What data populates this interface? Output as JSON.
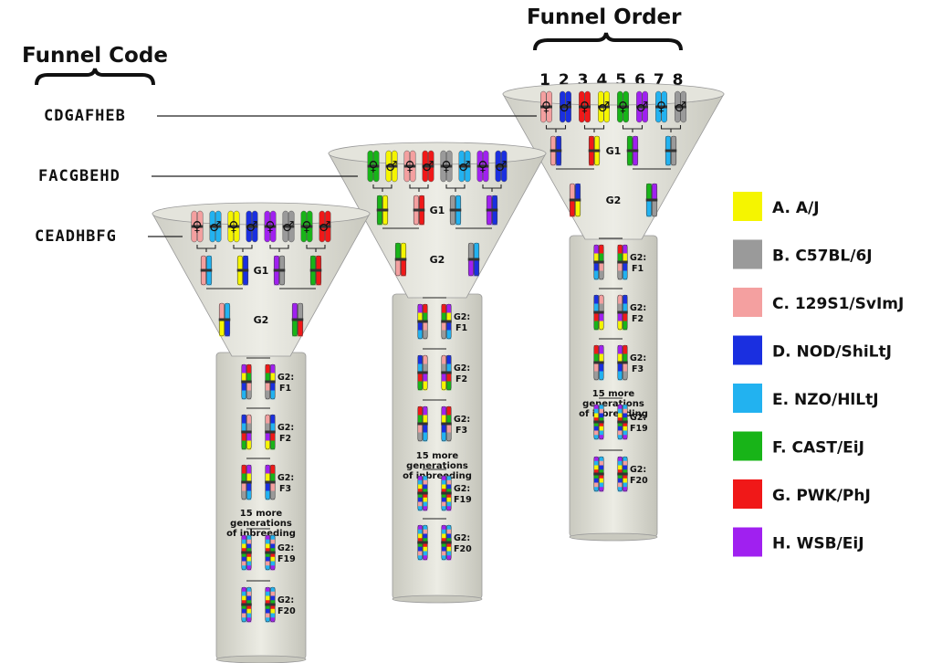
{
  "headings": {
    "funnel_code": "Funnel Code",
    "funnel_order": "Funnel Order"
  },
  "order_numbers": [
    "1",
    "2",
    "3",
    "4",
    "5",
    "6",
    "7",
    "8"
  ],
  "funnels": [
    {
      "code": "CDGAFHEB",
      "g1": "G1",
      "g2": "G2",
      "stages": [
        {
          "l1": "G2:",
          "l2": "F1"
        },
        {
          "l1": "G2:",
          "l2": "F2"
        },
        {
          "l1": "G2:",
          "l2": "F3"
        }
      ],
      "note": [
        "15 more",
        "generations",
        "of inbreeding"
      ],
      "late": [
        {
          "l1": "G2:",
          "l2": "F19"
        },
        {
          "l1": "G2:",
          "l2": "F20"
        }
      ]
    },
    {
      "code": "FACGBEHD",
      "g1": "G1",
      "g2": "G2",
      "stages": [
        {
          "l1": "G2:",
          "l2": "F1"
        },
        {
          "l1": "G2:",
          "l2": "F2"
        },
        {
          "l1": "G2:",
          "l2": "F3"
        }
      ],
      "note": [
        "15 more",
        "generations",
        "of inbreeding"
      ],
      "late": [
        {
          "l1": "G2:",
          "l2": "F19"
        },
        {
          "l1": "G2:",
          "l2": "F20"
        }
      ]
    },
    {
      "code": "CEADHBFG",
      "g1": "G1",
      "g2": "G2",
      "stages": [
        {
          "l1": "G2:",
          "l2": "F1"
        },
        {
          "l1": "G2:",
          "l2": "F2"
        },
        {
          "l1": "G2:",
          "l2": "F3"
        }
      ],
      "note": [
        "15 more",
        "generations",
        "of inbreeding"
      ],
      "late": [
        {
          "l1": "G2:",
          "l2": "F19"
        },
        {
          "l1": "G2:",
          "l2": "F20"
        }
      ]
    }
  ],
  "sex_symbols": {
    "female": "♀",
    "male": "♂"
  },
  "legend": [
    {
      "key": "A",
      "label": "A. A/J",
      "color": "#f5f500"
    },
    {
      "key": "B",
      "label": "B. C57BL/6J",
      "color": "#9a9a9a"
    },
    {
      "key": "C",
      "label": "C. 129S1/SvImJ",
      "color": "#f4a0a0"
    },
    {
      "key": "D",
      "label": "D. NOD/ShiLtJ",
      "color": "#1a2fe0"
    },
    {
      "key": "E",
      "label": "E. NZO/HlLtJ",
      "color": "#22b2f0"
    },
    {
      "key": "F",
      "label": "F. CAST/EiJ",
      "color": "#18b418"
    },
    {
      "key": "G",
      "label": "G. PWK/PhJ",
      "color": "#f01818"
    },
    {
      "key": "H",
      "label": "H. WSB/EiJ",
      "color": "#a020f0"
    }
  ]
}
